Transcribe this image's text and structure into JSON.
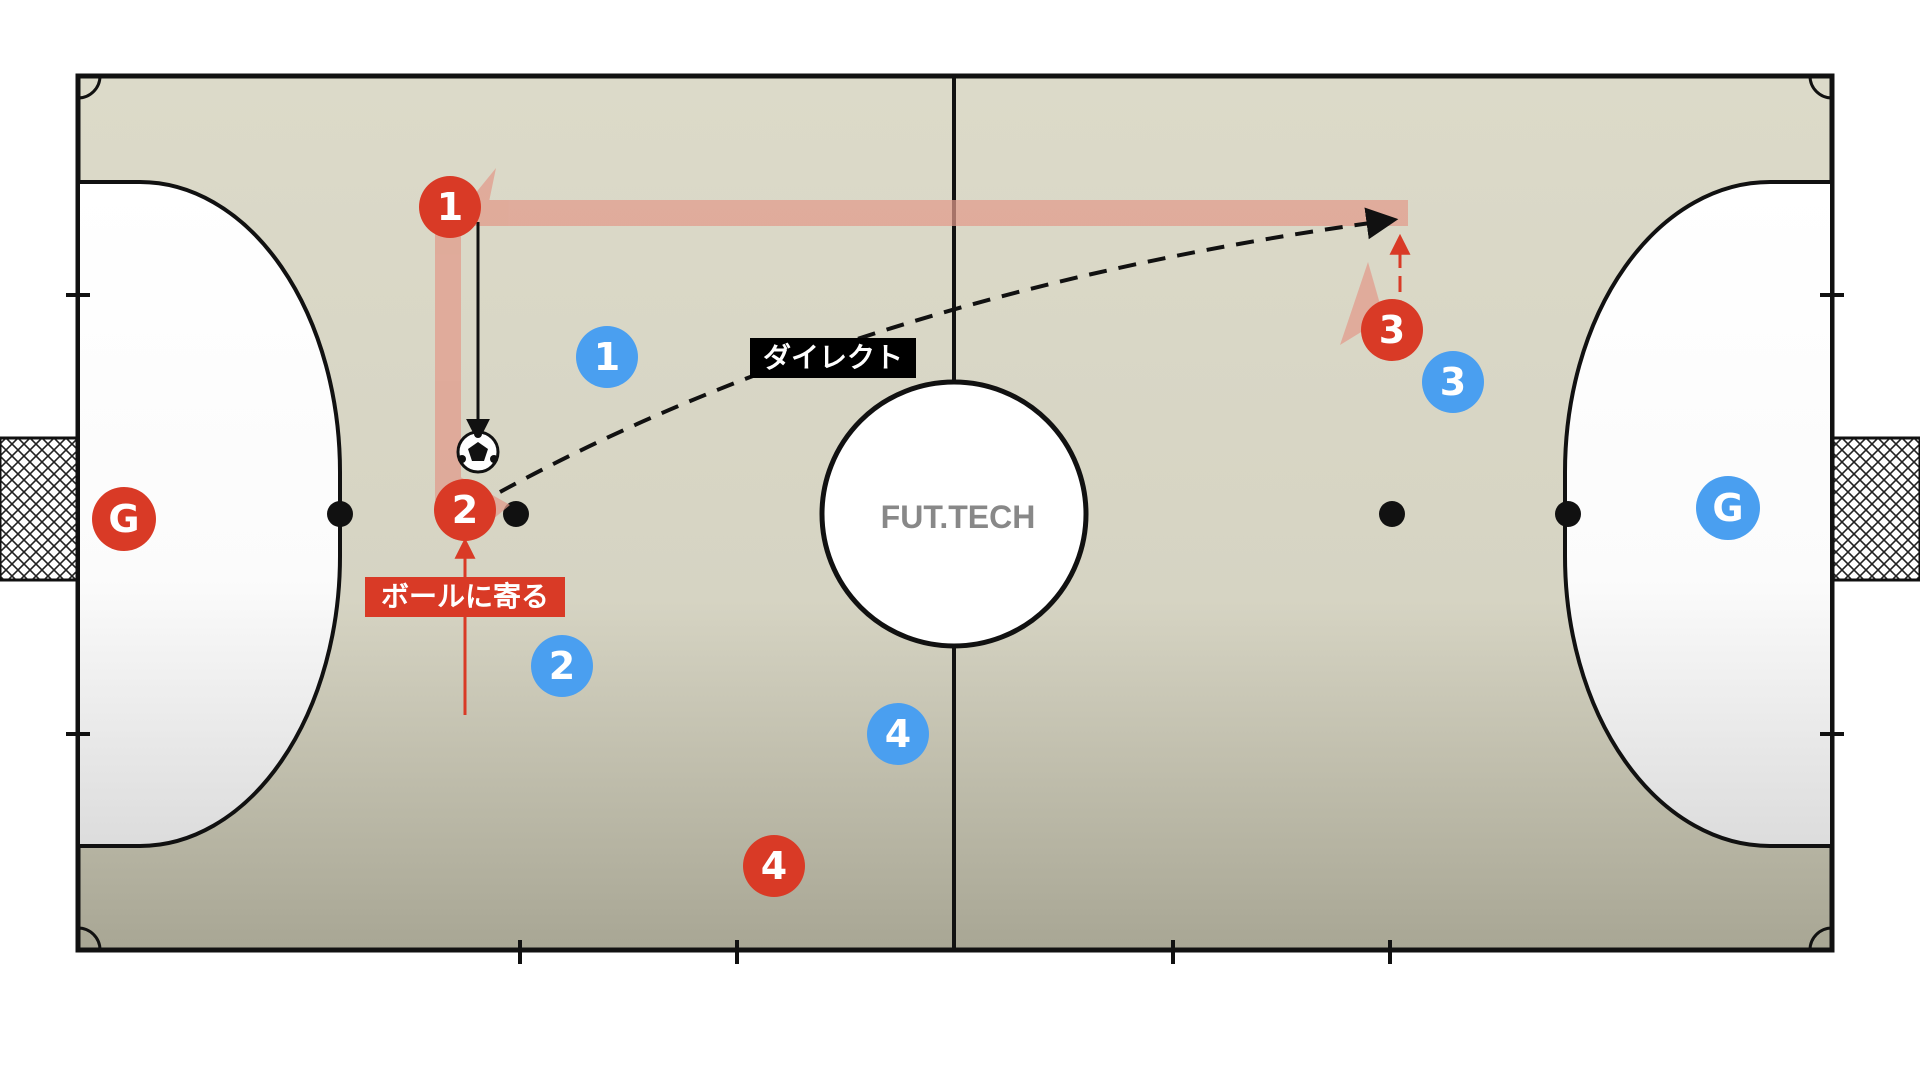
{
  "logo": {
    "text": "FUT.TECH"
  },
  "labels": {
    "direct": "ダイレクト",
    "approach_ball": "ボールに寄る"
  },
  "players": {
    "red": [
      {
        "label": "1"
      },
      {
        "label": "2"
      },
      {
        "label": "3"
      },
      {
        "label": "4"
      },
      {
        "label": "G"
      }
    ],
    "blue": [
      {
        "label": "1"
      },
      {
        "label": "2"
      },
      {
        "label": "3"
      },
      {
        "label": "4"
      },
      {
        "label": "G"
      }
    ]
  },
  "colors": {
    "court": "#d8d6c6",
    "court_shadow": "#a9a795",
    "lines": "#111111",
    "red_team": "#d93a26",
    "blue_team": "#4a9ff0",
    "run_path": "#e29a8a",
    "label_bg_black": "#000000",
    "label_bg_red": "#d93a26",
    "logo": "#888888"
  },
  "icons": {
    "ball": "soccer-ball-icon",
    "goal_net": "goal-net-icon"
  }
}
